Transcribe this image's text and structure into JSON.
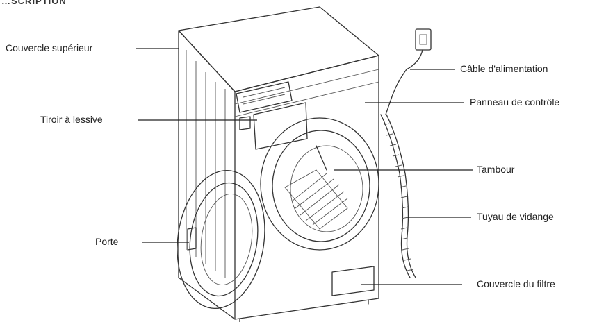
{
  "heading": "…SCRIPTION",
  "labels": {
    "top_cover": "Couvercle supérieur",
    "power_cable": "Câble d'alimentation",
    "control_panel": "Panneau de contrôle",
    "detergent_drawer": "Tiroir à lessive",
    "drum": "Tambour",
    "drain_hose": "Tuyau de vidange",
    "door": "Porte",
    "filter_cover": "Couvercle du filtre"
  }
}
